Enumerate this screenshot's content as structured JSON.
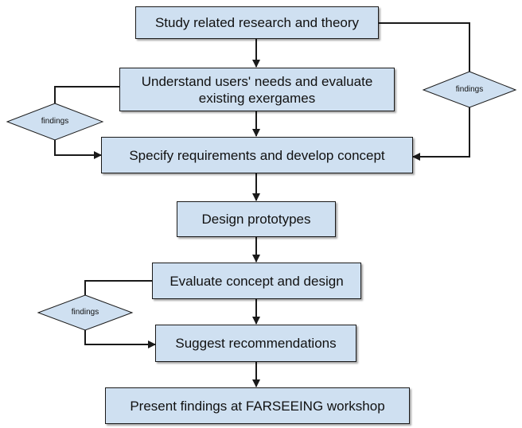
{
  "steps": {
    "study": "Study related research and theory",
    "understand": "Understand users' needs and evaluate existing exergames",
    "specify": "Specify requirements and develop concept",
    "design": "Design prototypes",
    "evaluate": "Evaluate concept and design",
    "suggest": "Suggest recommendations",
    "present": "Present findings at FARSEEING workshop"
  },
  "decisions": {
    "right": "findings",
    "left_upper": "findings",
    "left_lower": "findings"
  },
  "colors": {
    "box_fill": "#cfe0f1",
    "stroke": "#1a1a1a"
  }
}
